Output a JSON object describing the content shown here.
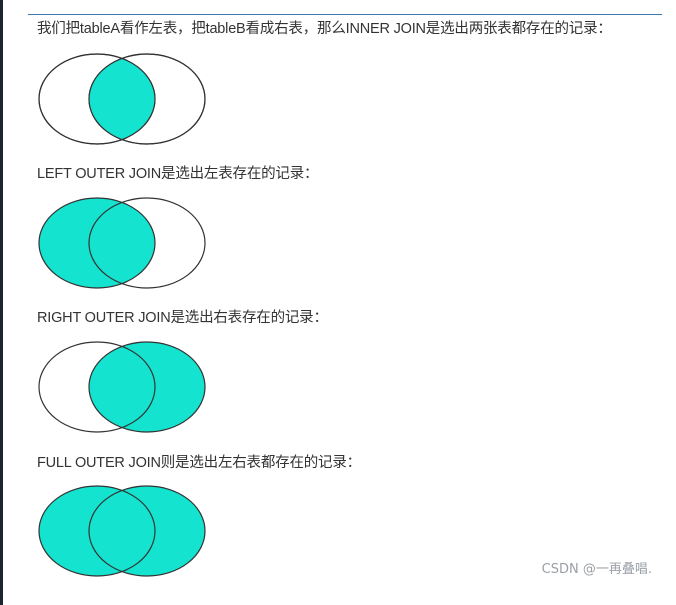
{
  "sections": [
    {
      "caption": "我们把tableA看作左表，把tableB看成右表，那么INNER JOIN是选出两张表都存在的记录：",
      "highlight": "inner"
    },
    {
      "caption": "LEFT OUTER JOIN是选出左表存在的记录：",
      "highlight": "left"
    },
    {
      "caption": "RIGHT OUTER JOIN是选出右表存在的记录：",
      "highlight": "right"
    },
    {
      "caption": "FULL OUTER JOIN则是选出左右表都存在的记录：",
      "highlight": "full"
    }
  ],
  "colors": {
    "fill": "#14e3cf",
    "stroke": "#333333"
  },
  "watermark": "CSDN @一再叠唱."
}
